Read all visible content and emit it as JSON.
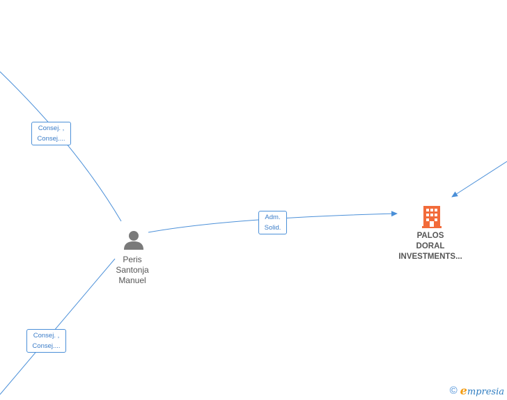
{
  "nodes": {
    "person": {
      "line1": "Peris",
      "line2": "Santonja",
      "line3": "Manuel",
      "icon": "person-icon"
    },
    "company": {
      "line1": "PALOS",
      "line2": "DORAL",
      "line3": "INVESTMENTS...",
      "icon": "building-icon"
    }
  },
  "edges": {
    "top_left": {
      "line1": "Consej. ,",
      "line2": "Consej...."
    },
    "bottom_left": {
      "line1": "Consej. ,",
      "line2": "Consej...."
    },
    "person_company": {
      "line1": "Adm.",
      "line2": "Solid."
    }
  },
  "colors": {
    "edge": "#4a8fd8",
    "person_icon": "#7a7a7a",
    "company_icon": "#f26b3a"
  },
  "footer": {
    "copyright": "©",
    "brand_first": "e",
    "brand_rest": "mpresia"
  }
}
